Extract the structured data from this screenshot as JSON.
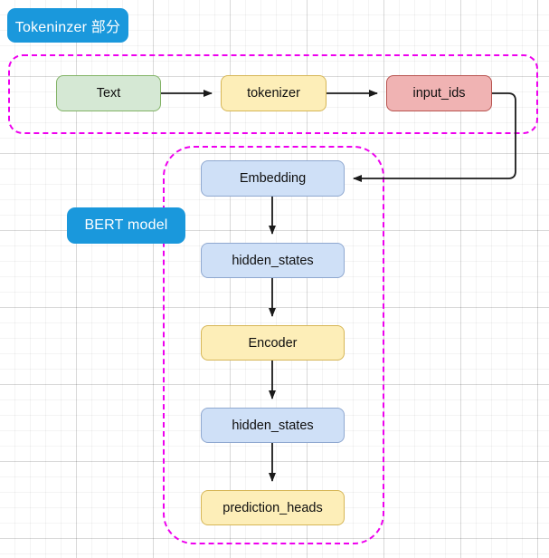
{
  "diagram": {
    "title": "BERT pipeline flowchart",
    "background": {
      "style": "graph-paper-grid",
      "color": "#ffffff",
      "grid_color": "#e8e8e8"
    },
    "groups": [
      {
        "id": "tokenizer-group",
        "label": "Tokeninzer 部分",
        "label_bg": "#1a98dc",
        "label_text_color": "#ffffff",
        "border_color": "#ee00ee",
        "border_style": "dashed"
      },
      {
        "id": "bert-group",
        "label": "BERT model",
        "label_bg": "#1a98dc",
        "label_text_color": "#ffffff",
        "border_color": "#ee00ee",
        "border_style": "dashed"
      }
    ],
    "nodes": [
      {
        "id": "text",
        "label": "Text",
        "fill": "#d5e8d4",
        "stroke": "#82b366"
      },
      {
        "id": "tokenizer",
        "label": "tokenizer",
        "fill": "#fdeeb8",
        "stroke": "#d6b656"
      },
      {
        "id": "input_ids",
        "label": "input_ids",
        "fill": "#f0b3b3",
        "stroke": "#b85450"
      },
      {
        "id": "embedding",
        "label": "Embedding",
        "fill": "#cfe0f7",
        "stroke": "#8fa8d0"
      },
      {
        "id": "hidden_states_1",
        "label": "hidden_states",
        "fill": "#cfe0f7",
        "stroke": "#8fa8d0"
      },
      {
        "id": "encoder",
        "label": "Encoder",
        "fill": "#fdeeb8",
        "stroke": "#d6b656"
      },
      {
        "id": "hidden_states_2",
        "label": "hidden_states",
        "fill": "#cfe0f7",
        "stroke": "#8fa8d0"
      },
      {
        "id": "prediction_heads",
        "label": "prediction_heads",
        "fill": "#fdeeb8",
        "stroke": "#d6b656"
      }
    ],
    "edges": [
      {
        "from": "text",
        "to": "tokenizer",
        "direction": "right"
      },
      {
        "from": "tokenizer",
        "to": "input_ids",
        "direction": "right"
      },
      {
        "from": "input_ids",
        "to": "embedding",
        "direction": "right-down-left"
      },
      {
        "from": "embedding",
        "to": "hidden_states_1",
        "direction": "down"
      },
      {
        "from": "hidden_states_1",
        "to": "encoder",
        "direction": "down"
      },
      {
        "from": "encoder",
        "to": "hidden_states_2",
        "direction": "down"
      },
      {
        "from": "hidden_states_2",
        "to": "prediction_heads",
        "direction": "down"
      }
    ],
    "edge_color": "#1a1a1a"
  }
}
